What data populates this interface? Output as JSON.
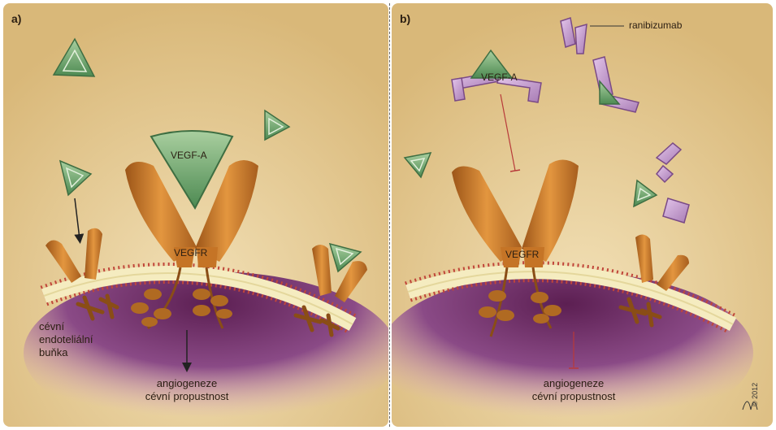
{
  "panel_a": {
    "label": "a)",
    "ligand_label": "VEGF-A",
    "receptor_label": "VEGFR",
    "cell_label_lines": [
      "cévní",
      "endoteliální",
      "buňka"
    ],
    "effect_lines": [
      "angiogeneze",
      "cévní propustnost"
    ]
  },
  "panel_b": {
    "label": "b)",
    "antibody_label": "ranibizumab",
    "ligand_label": "VEGF-A",
    "receptor_label": "VEGFR",
    "effect_lines": [
      "angiogeneze",
      "cévní propustnost"
    ]
  },
  "credit": "© 2012",
  "colors": {
    "background": "#e8cf9c",
    "receptor": "#cc7a2e",
    "ligand": "#7fae7c",
    "antibody": "#c79ad0",
    "cytoplasm": "#7a2f6e",
    "membrane": "#f5ecc0",
    "membrane_dots": "#c0463a"
  }
}
